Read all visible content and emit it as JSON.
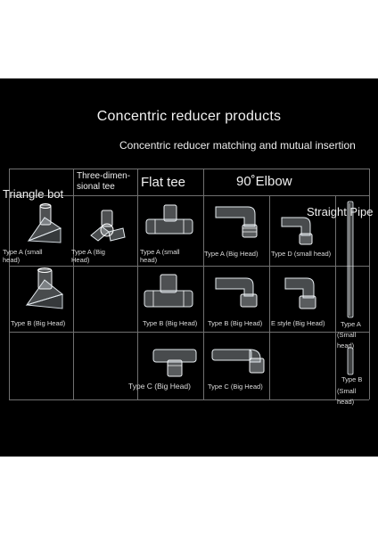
{
  "title": "Concentric reducer products",
  "subtitle": "Concentric reducer matching and mutual insertion",
  "headers": {
    "triangle": "Triangle bot",
    "three_dim_line1": "Three-dimen-",
    "three_dim_line2": "sional tee",
    "flat_tee": "Flat tee",
    "elbow": "90˚Elbow",
    "straight": "Straight Pipe"
  },
  "captions": {
    "tri_a_1": "Type A (small",
    "tri_a_2": "head)",
    "three_a_1": "Type A (Big",
    "three_a_2": "Head)",
    "flat_a_1": "Type A (small",
    "flat_a_2": "head)",
    "elbow_a": "Type A (Big Head)",
    "elbow_d": "Type D (small head)",
    "tri_b": "Type B (Big Head)",
    "flat_b": "Type B (Big Head)",
    "elbow_b": "Type B (Big Head)",
    "elbow_e": "E style (Big Head)",
    "flat_c": "Type C (Big Head)",
    "elbow_c": "Type C (Big Head)",
    "pipe_a_1": "Type A",
    "pipe_a_2": "(Small",
    "pipe_a_3": "head)",
    "pipe_b_1": "Type B",
    "pipe_b_2": "(Small",
    "pipe_b_3": "head)"
  },
  "colors": {
    "background": "#000000",
    "grid": "#707070",
    "acrylic": "#cfd6dc"
  }
}
